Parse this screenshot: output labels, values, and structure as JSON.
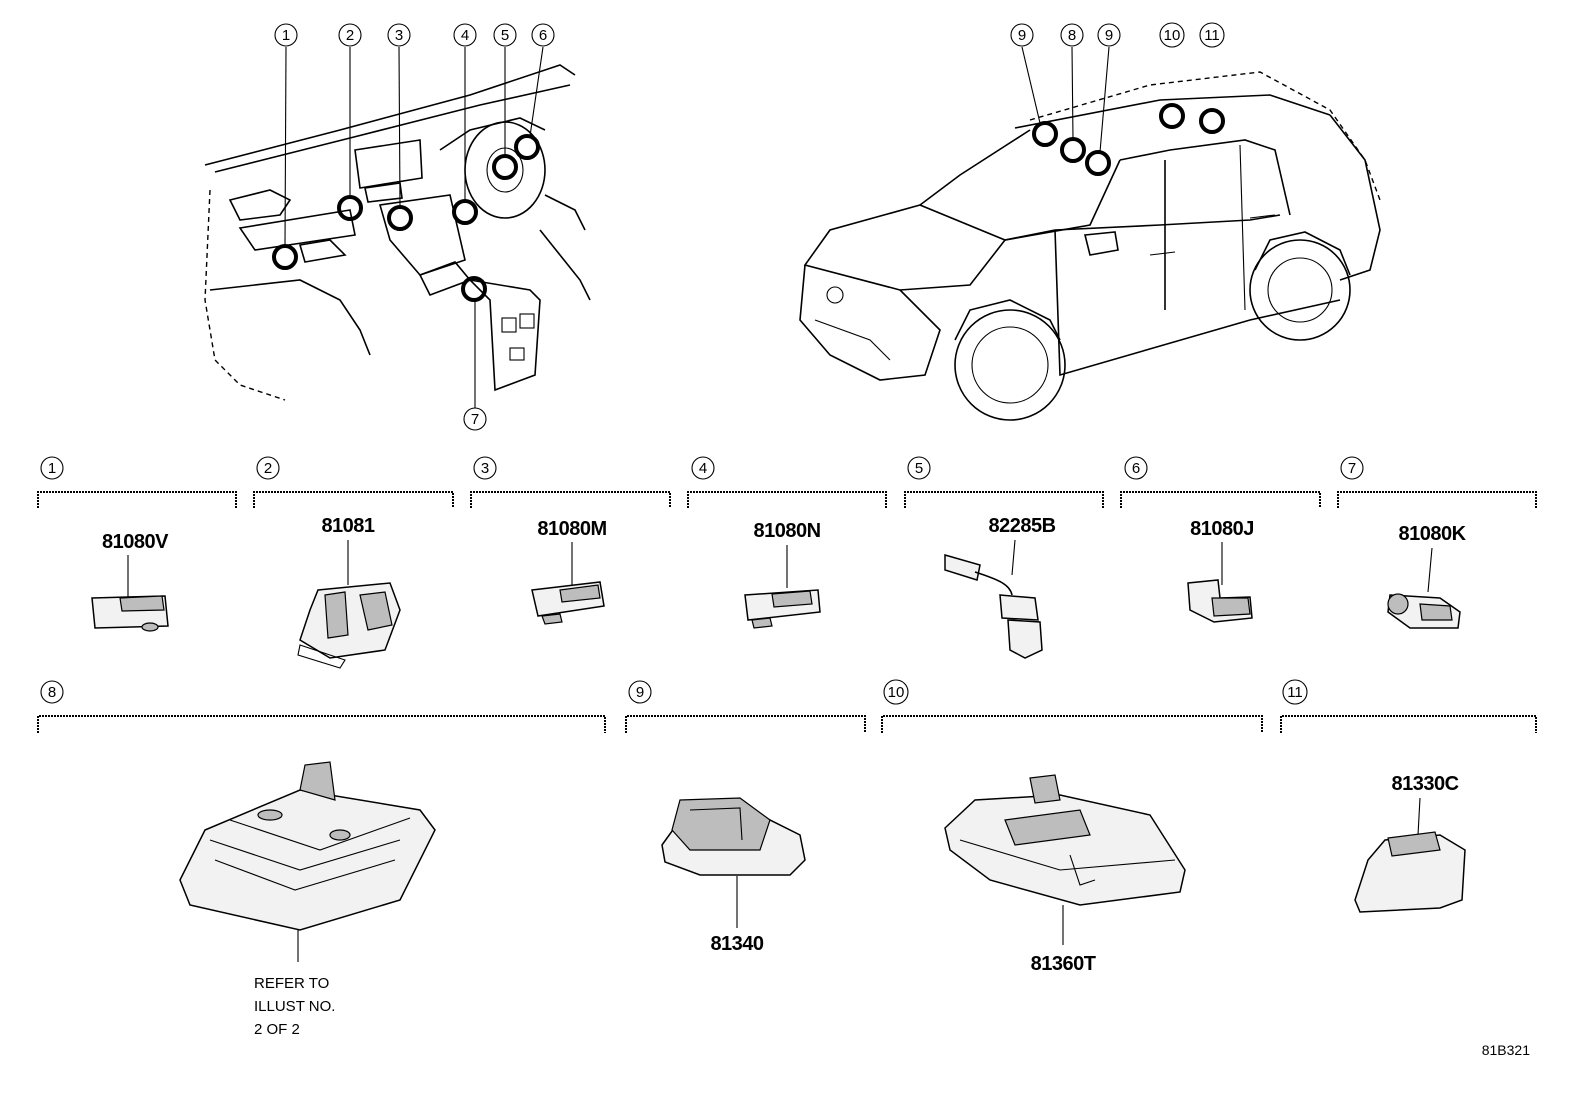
{
  "callouts_interior": [
    "1",
    "2",
    "3",
    "4",
    "5",
    "6",
    "7"
  ],
  "callouts_exterior": [
    "9",
    "8",
    "9",
    "10",
    "11"
  ],
  "sections": [
    {
      "num": "1",
      "part": "81080V"
    },
    {
      "num": "2",
      "part": "81081"
    },
    {
      "num": "3",
      "part": "81080M"
    },
    {
      "num": "4",
      "part": "81080N"
    },
    {
      "num": "5",
      "part": "82285B"
    },
    {
      "num": "6",
      "part": "81080J"
    },
    {
      "num": "7",
      "part": "81080K"
    },
    {
      "num": "8",
      "part": ""
    },
    {
      "num": "9",
      "part": "81340"
    },
    {
      "num": "10",
      "part": "81360T"
    },
    {
      "num": "11",
      "part": "81330C"
    }
  ],
  "refer_note": [
    "REFER TO",
    "ILLUST NO.",
    "2 OF 2"
  ],
  "figure_code": "81B321"
}
